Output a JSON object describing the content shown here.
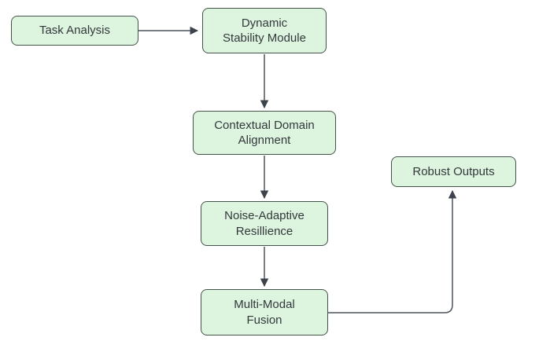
{
  "diagram": {
    "type": "flowchart",
    "background": "#ffffff",
    "nodes": [
      {
        "id": "task-analysis",
        "label": "Task Analysis"
      },
      {
        "id": "dynamic-stability-module",
        "label": "Dynamic\nStability Module"
      },
      {
        "id": "contextual-domain-alignment",
        "label": "Contextual Domain\nAlignment"
      },
      {
        "id": "noise-adaptive-resillience",
        "label": "Noise-Adaptive\nResillience"
      },
      {
        "id": "multi-modal-fusion",
        "label": "Multi-Modal\nFusion"
      },
      {
        "id": "robust-outputs",
        "label": "Robust Outputs"
      }
    ],
    "edges": [
      {
        "from": "Task Analysis",
        "to": "Dynamic Stability Module",
        "style": "straight-horizontal-arrow"
      },
      {
        "from": "Dynamic Stability Module",
        "to": "Contextual Domain Alignment",
        "style": "straight-vertical-arrow"
      },
      {
        "from": "Contextual Domain Alignment",
        "to": "Noise-Adaptive Resillience",
        "style": "straight-vertical-arrow"
      },
      {
        "from": "Noise-Adaptive Resillience",
        "to": "Multi-Modal Fusion",
        "style": "straight-vertical-arrow"
      },
      {
        "from": "Multi-Modal Fusion",
        "to": "Robust Outputs",
        "style": "elbow-right-then-up-arrow"
      }
    ],
    "colors": {
      "node_fill": "#ddf4de",
      "node_stroke": "#44534a",
      "text": "#33383d",
      "connector": "#4d545b",
      "arrowhead": "#3c434c",
      "background": "#ffffff"
    }
  }
}
